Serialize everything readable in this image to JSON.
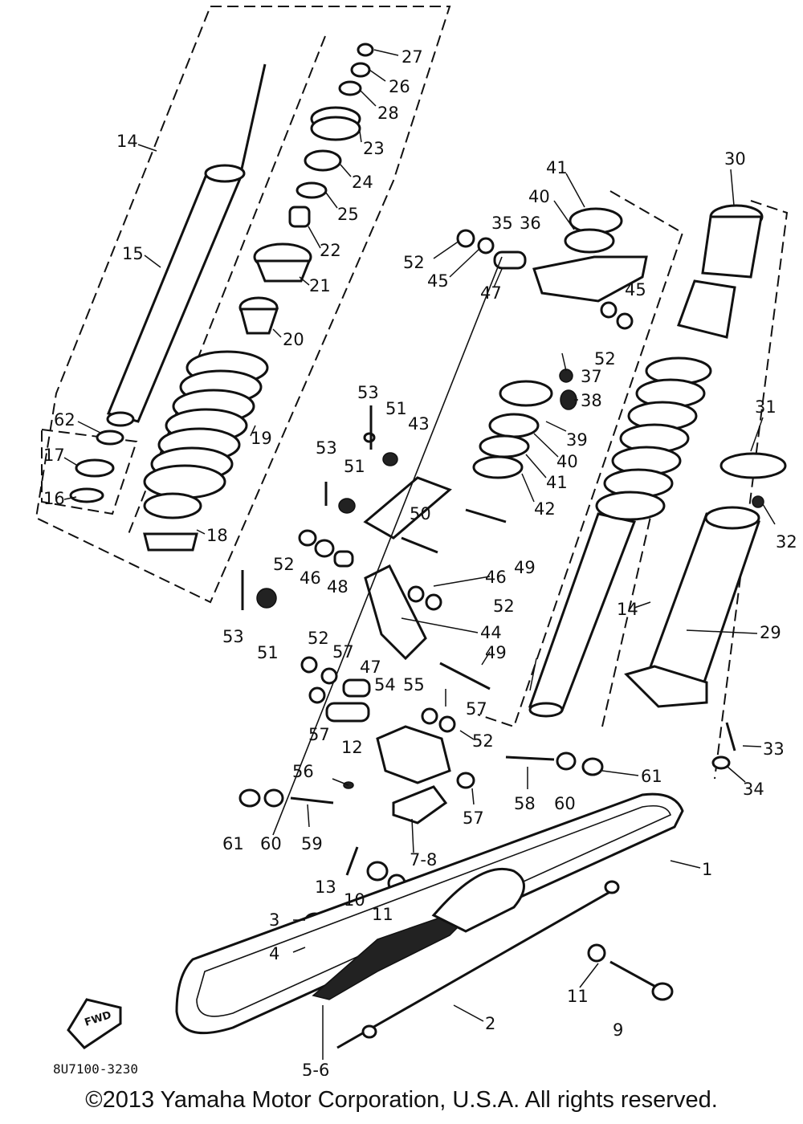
{
  "diagram": {
    "part_labels": [
      "27",
      "26",
      "28",
      "23",
      "24",
      "25",
      "22",
      "21",
      "20",
      "19",
      "18",
      "14",
      "15",
      "62",
      "17",
      "16",
      "41",
      "40",
      "35",
      "36",
      "52",
      "45",
      "47",
      "30",
      "37",
      "38",
      "39",
      "42",
      "31",
      "32",
      "53",
      "51",
      "43",
      "50",
      "49",
      "46",
      "48",
      "44",
      "55",
      "57",
      "54",
      "12",
      "56",
      "58",
      "60",
      "61",
      "59",
      "7-8",
      "13",
      "10",
      "11",
      "3",
      "4",
      "1",
      "9",
      "2",
      "5-6",
      "29",
      "33",
      "34"
    ],
    "arrow_label": "FWD",
    "diagram_code": "8U7100-3230"
  },
  "footer": {
    "copyright": "©2013 Yamaha Motor Corporation, U.S.A. All rights reserved."
  }
}
